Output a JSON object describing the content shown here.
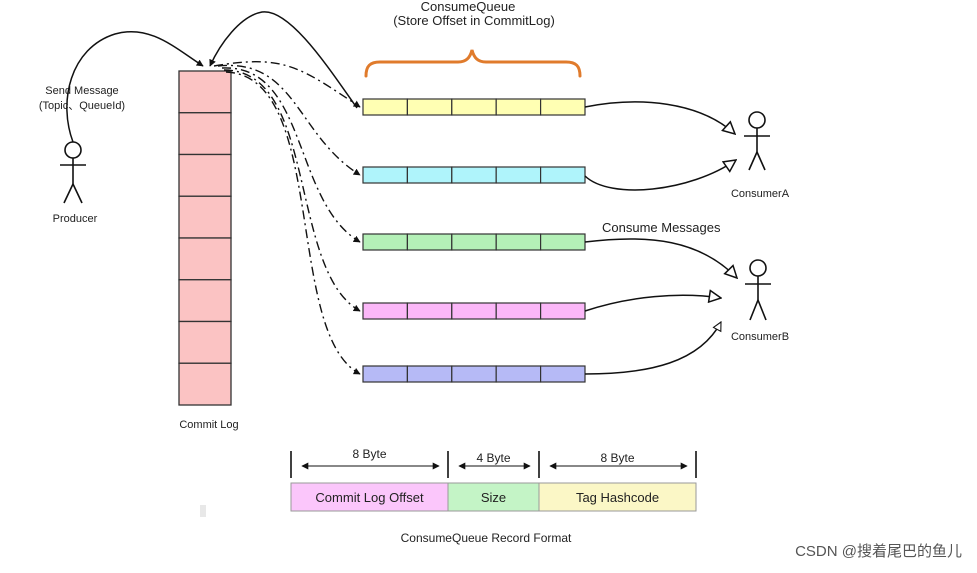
{
  "consume_queue": {
    "title": "ConsumeQueue",
    "subtitle": "(Store Offset in CommitLog)",
    "queue_colors": [
      "#ffffb3",
      "#aff4fb",
      "#b4f0b7",
      "#fbb7f8",
      "#b6baf6"
    ],
    "slots_per_queue": 5
  },
  "producer": {
    "label": "Producer",
    "send_label": "Send Message",
    "send_sub": "(Topic、QueueId)"
  },
  "commit_log": {
    "label": "Commit Log",
    "cells": 8,
    "color": "#fbc3c3"
  },
  "consumers": {
    "a_label": "ConsumerA",
    "b_label": "ConsumerB",
    "consume_label": "Consume Messages"
  },
  "record_format": {
    "caption": "ConsumeQueue Record Format",
    "fields": [
      {
        "name": "Commit Log Offset",
        "size": "8 Byte",
        "color": "#fbc6fb"
      },
      {
        "name": "Size",
        "size": "4 Byte",
        "color": "#c4f4c6"
      },
      {
        "name": "Tag Hashcode",
        "size": "8 Byte",
        "color": "#fbf7c6"
      }
    ]
  },
  "watermark": "CSDN @搜着尾巴的鱼儿"
}
